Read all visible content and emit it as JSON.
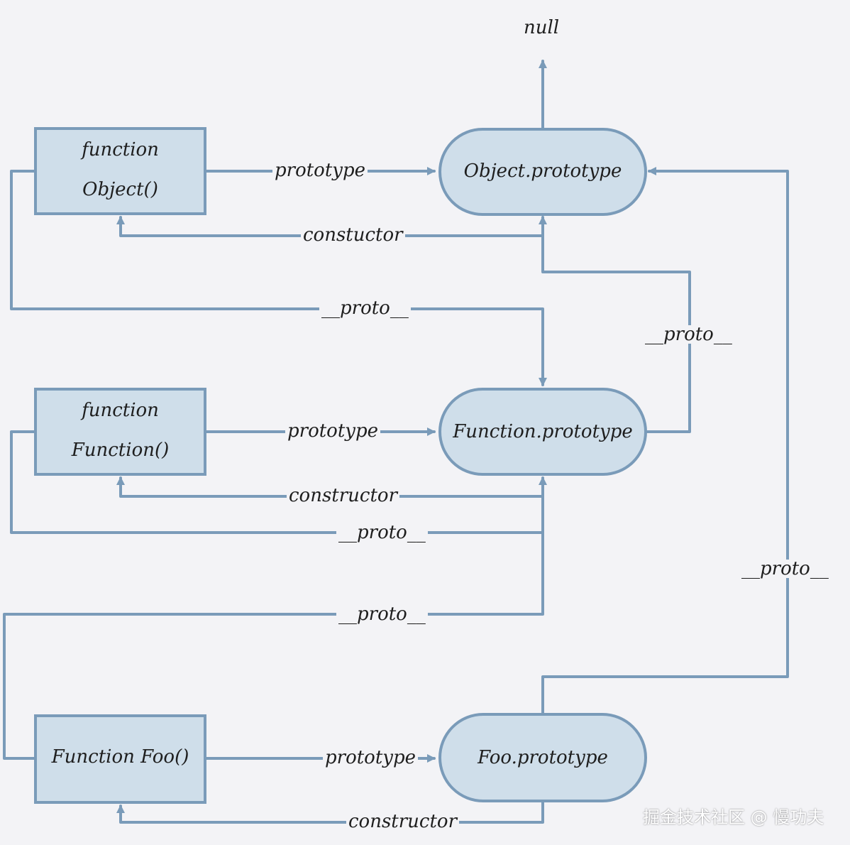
{
  "nodes": {
    "object_fn": {
      "line1": "function",
      "line2": "Object()"
    },
    "object_proto": {
      "label": "Object.prototype"
    },
    "function_fn": {
      "line1": "function",
      "line2": "Function()"
    },
    "function_proto": {
      "label": "Function.prototype"
    },
    "foo_fn": {
      "label": "Function Foo()"
    },
    "foo_proto": {
      "label": "Foo.prototype"
    },
    "null_node": {
      "label": "null"
    }
  },
  "edges": {
    "object_prototype": "prototype",
    "object_constructor": "constuctor",
    "object_fn_proto": "__proto__",
    "function_proto_proto": "__proto__",
    "function_prototype": "prototype",
    "function_constructor": "constructor",
    "function_fn_proto": "__proto__",
    "foo_fn_proto": "__proto__",
    "foo_prototype": "prototype",
    "foo_proto_proto": "__proto__",
    "foo_constructor": "constructor"
  },
  "watermark": "掘金技术社区 @ 慢功夫",
  "colors": {
    "stroke": "#7a9bb9",
    "fill": "#cfdeea",
    "background": "#f3f3f6",
    "text": "#1e1e1e"
  }
}
